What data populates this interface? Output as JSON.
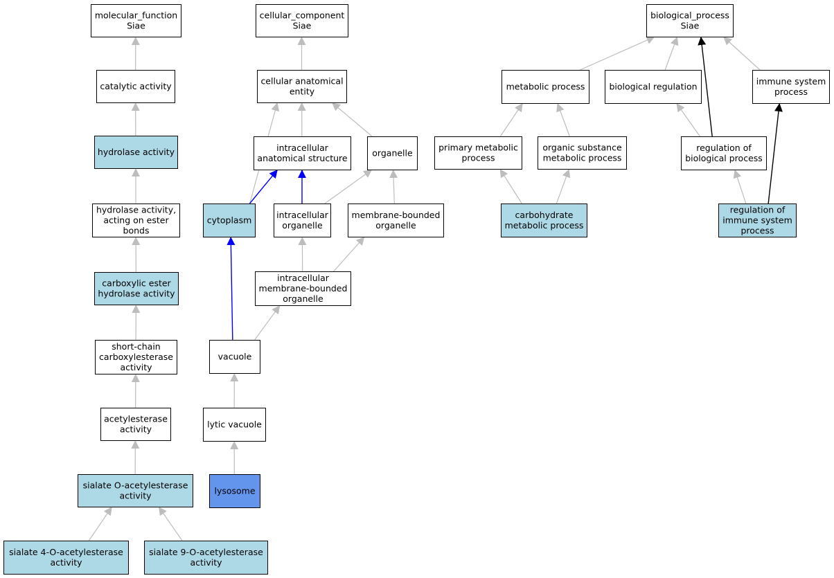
{
  "colors": {
    "plain": "#ffffff",
    "annotated": "#add8e6",
    "query": "#6495ed",
    "edge_is_a": "#bdbdbd",
    "edge_part_of": "#0000ff",
    "edge_regulates": "#000000"
  },
  "nodes": {
    "molecular_function": {
      "lines": [
        "molecular_function",
        "Siae"
      ],
      "style": "plain"
    },
    "catalytic_activity": {
      "lines": [
        "catalytic activity"
      ],
      "style": "plain"
    },
    "hydrolase_activity": {
      "lines": [
        "hydrolase activity"
      ],
      "style": "annotated"
    },
    "hydrolase_ester": {
      "lines": [
        "hydrolase activity,",
        "acting on ester",
        "bonds"
      ],
      "style": "plain"
    },
    "carboxylic_ester": {
      "lines": [
        "carboxylic ester",
        "hydrolase activity"
      ],
      "style": "annotated"
    },
    "short_chain": {
      "lines": [
        "short-chain",
        "carboxylesterase",
        "activity"
      ],
      "style": "plain"
    },
    "acetylesterase": {
      "lines": [
        "acetylesterase",
        "activity"
      ],
      "style": "plain"
    },
    "sialate_o": {
      "lines": [
        "sialate O-acetylesterase",
        "activity"
      ],
      "style": "annotated"
    },
    "sialate_4o": {
      "lines": [
        "sialate 4-O-acetylesterase",
        "activity"
      ],
      "style": "annotated"
    },
    "sialate_9o": {
      "lines": [
        "sialate 9-O-acetylesterase",
        "activity"
      ],
      "style": "annotated"
    },
    "cellular_component": {
      "lines": [
        "cellular_component",
        "Siae"
      ],
      "style": "plain"
    },
    "cellular_anatomical": {
      "lines": [
        "cellular anatomical",
        "entity"
      ],
      "style": "plain"
    },
    "intracellular_anat": {
      "lines": [
        "intracellular",
        "anatomical structure"
      ],
      "style": "plain"
    },
    "organelle": {
      "lines": [
        "organelle"
      ],
      "style": "plain"
    },
    "cytoplasm": {
      "lines": [
        "cytoplasm"
      ],
      "style": "annotated"
    },
    "intracellular_organelle": {
      "lines": [
        "intracellular",
        "organelle"
      ],
      "style": "plain"
    },
    "membrane_bounded": {
      "lines": [
        "membrane-bounded",
        "organelle"
      ],
      "style": "plain"
    },
    "intra_membrane_bounded": {
      "lines": [
        "intracellular",
        "membrane-bounded",
        "organelle"
      ],
      "style": "plain"
    },
    "vacuole": {
      "lines": [
        "vacuole"
      ],
      "style": "plain"
    },
    "lytic_vacuole": {
      "lines": [
        "lytic vacuole"
      ],
      "style": "plain"
    },
    "lysosome": {
      "lines": [
        "lysosome"
      ],
      "style": "query"
    },
    "biological_process": {
      "lines": [
        "biological_process",
        "Siae"
      ],
      "style": "plain"
    },
    "metabolic_process": {
      "lines": [
        "metabolic process"
      ],
      "style": "plain"
    },
    "biological_regulation": {
      "lines": [
        "biological regulation"
      ],
      "style": "plain"
    },
    "immune_system_process": {
      "lines": [
        "immune system",
        "process"
      ],
      "style": "plain"
    },
    "primary_metabolic": {
      "lines": [
        "primary metabolic",
        "process"
      ],
      "style": "plain"
    },
    "organic_substance": {
      "lines": [
        "organic substance",
        "metabolic process"
      ],
      "style": "plain"
    },
    "regulation_biological": {
      "lines": [
        "regulation of",
        "biological process"
      ],
      "style": "plain"
    },
    "carbohydrate_metabolic": {
      "lines": [
        "carbohydrate",
        "metabolic process"
      ],
      "style": "annotated"
    },
    "regulation_immune": {
      "lines": [
        "regulation of",
        "immune system",
        "process"
      ],
      "style": "annotated"
    }
  },
  "edges": [
    {
      "from": "catalytic_activity",
      "to": "molecular_function",
      "type": "is_a"
    },
    {
      "from": "hydrolase_activity",
      "to": "catalytic_activity",
      "type": "is_a"
    },
    {
      "from": "hydrolase_ester",
      "to": "hydrolase_activity",
      "type": "is_a"
    },
    {
      "from": "carboxylic_ester",
      "to": "hydrolase_ester",
      "type": "is_a"
    },
    {
      "from": "short_chain",
      "to": "carboxylic_ester",
      "type": "is_a"
    },
    {
      "from": "acetylesterase",
      "to": "short_chain",
      "type": "is_a"
    },
    {
      "from": "sialate_o",
      "to": "acetylesterase",
      "type": "is_a"
    },
    {
      "from": "sialate_4o",
      "to": "sialate_o",
      "type": "is_a"
    },
    {
      "from": "sialate_9o",
      "to": "sialate_o",
      "type": "is_a"
    },
    {
      "from": "cellular_anatomical",
      "to": "cellular_component",
      "type": "is_a"
    },
    {
      "from": "intracellular_anat",
      "to": "cellular_anatomical",
      "type": "is_a"
    },
    {
      "from": "organelle",
      "to": "cellular_anatomical",
      "type": "is_a"
    },
    {
      "from": "cytoplasm",
      "to": "cellular_anatomical",
      "type": "is_a"
    },
    {
      "from": "cytoplasm",
      "to": "intracellular_anat",
      "type": "part_of"
    },
    {
      "from": "intracellular_organelle",
      "to": "intracellular_anat",
      "type": "part_of"
    },
    {
      "from": "intracellular_organelle",
      "to": "organelle",
      "type": "is_a"
    },
    {
      "from": "membrane_bounded",
      "to": "organelle",
      "type": "is_a"
    },
    {
      "from": "intra_membrane_bounded",
      "to": "intracellular_organelle",
      "type": "is_a"
    },
    {
      "from": "intra_membrane_bounded",
      "to": "membrane_bounded",
      "type": "is_a"
    },
    {
      "from": "vacuole",
      "to": "intra_membrane_bounded",
      "type": "is_a"
    },
    {
      "from": "vacuole",
      "to": "cytoplasm",
      "type": "part_of"
    },
    {
      "from": "lytic_vacuole",
      "to": "vacuole",
      "type": "is_a"
    },
    {
      "from": "lysosome",
      "to": "lytic_vacuole",
      "type": "is_a"
    },
    {
      "from": "metabolic_process",
      "to": "biological_process",
      "type": "is_a"
    },
    {
      "from": "biological_regulation",
      "to": "biological_process",
      "type": "is_a"
    },
    {
      "from": "immune_system_process",
      "to": "biological_process",
      "type": "is_a"
    },
    {
      "from": "primary_metabolic",
      "to": "metabolic_process",
      "type": "is_a"
    },
    {
      "from": "organic_substance",
      "to": "metabolic_process",
      "type": "is_a"
    },
    {
      "from": "regulation_biological",
      "to": "biological_regulation",
      "type": "is_a"
    },
    {
      "from": "regulation_biological",
      "to": "biological_process",
      "type": "regulates"
    },
    {
      "from": "carbohydrate_metabolic",
      "to": "primary_metabolic",
      "type": "is_a"
    },
    {
      "from": "carbohydrate_metabolic",
      "to": "organic_substance",
      "type": "is_a"
    },
    {
      "from": "regulation_immune",
      "to": "regulation_biological",
      "type": "is_a"
    },
    {
      "from": "regulation_immune",
      "to": "immune_system_process",
      "type": "regulates"
    }
  ]
}
